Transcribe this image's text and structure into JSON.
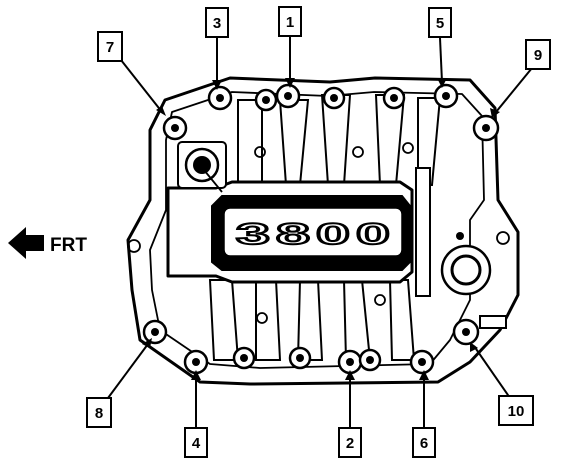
{
  "diagram": {
    "front_label": "FRT",
    "engine_marking": "3800",
    "callouts": [
      "1",
      "2",
      "3",
      "4",
      "5",
      "6",
      "7",
      "8",
      "9",
      "10"
    ]
  },
  "colors": {
    "ink": "#000000",
    "paper": "#ffffff"
  },
  "icons": {
    "front_arrow": "left-arrow-icon"
  }
}
